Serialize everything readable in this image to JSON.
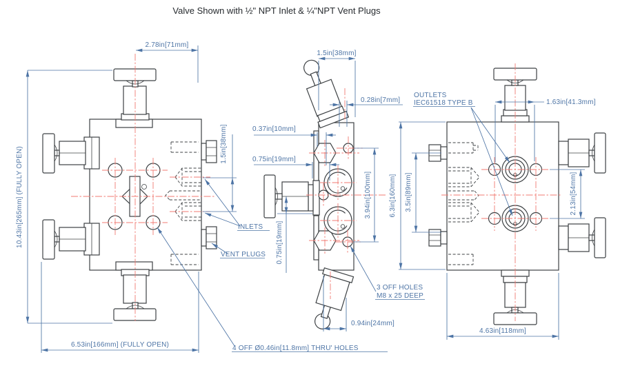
{
  "title": "Valve Shown with ½\" NPT Inlet & ¼\"NPT Vent Plugs",
  "colors": {
    "dimension": "#4d74a5",
    "centerline": "#f07a72",
    "line": "#3c4043"
  },
  "front_view": {
    "dim_handle_offset": "2.78in[71mm]",
    "dim_height_fully_open": "10.43in[265mm] (FULLY OPEN)",
    "dim_inlet_spacing": "1.5in[38mm]",
    "dim_width_fully_open": "6.53in[166mm] (FULLY OPEN)",
    "label_inlets": "INLETS",
    "label_vent_plugs": "VENT PLUGS",
    "label_thru_holes": "4 OFF  Ø0.46in[11.8mm] THRU' HOLES"
  },
  "side_view": {
    "dim_handle_width": "1.5in[38mm]",
    "dim_lever_offset": "0.28in[7mm]",
    "dim_hole_offset": "0.37in[10mm]",
    "dim_port_offset_top": "0.75in[19mm]",
    "dim_hole_spacing": "3.94in[100mm]",
    "dim_port_offset_bottom": "0.75in[19mm]",
    "dim_lever_bottom_offset": "0.94in[24mm]",
    "label_mount_holes_line1": "3 OFF HOLES",
    "label_mount_holes_line2": "M8 x 25 DEEP"
  },
  "rear_view": {
    "label_outlets_line1": "OUTLETS",
    "label_outlets_line2": "IEC61518 TYPE B",
    "dim_outlet_offset": "1.63in[41.3mm]",
    "dim_outlet_spacing": "2.13in[54mm]",
    "dim_bolt_spacing": "3.5in[89mm]",
    "dim_body_height": "6.3in[160mm]",
    "dim_body_width": "4.63in[118mm]"
  }
}
